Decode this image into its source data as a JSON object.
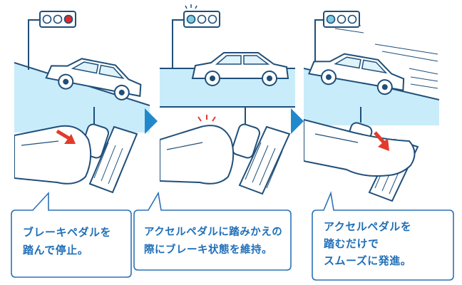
{
  "steps": [
    {
      "id": "brake-stop",
      "traffic_light": "red",
      "caption_lines": [
        "ブレーキペダルを",
        "踏んで停止。"
      ]
    },
    {
      "id": "switch-to-accelerator",
      "traffic_light": "green",
      "caption_lines": [
        "アクセルペダルに踏みかえの",
        "際にブレーキ状態を維持。"
      ]
    },
    {
      "id": "smooth-start",
      "traffic_light": "green",
      "caption_lines": [
        "アクセルペダルを",
        "踏むだけで",
        "スムーズに発進。"
      ]
    }
  ],
  "colors": {
    "outline": "#1f4f7a",
    "sky_blue": "#c9ecfa",
    "light_red": "#e02a2a",
    "light_green": "#7fcbe0",
    "arrow_red": "#e23b2b",
    "step_arrow": "#2288cc",
    "caption_text": "#1f6fb8",
    "bubble_border": "#2b72b8"
  },
  "icons": [
    "traffic-light-icon",
    "car-icon",
    "brake-pedal-icon",
    "accelerator-pedal-icon",
    "foot-icon",
    "press-arrow-icon",
    "step-arrow-icon"
  ]
}
